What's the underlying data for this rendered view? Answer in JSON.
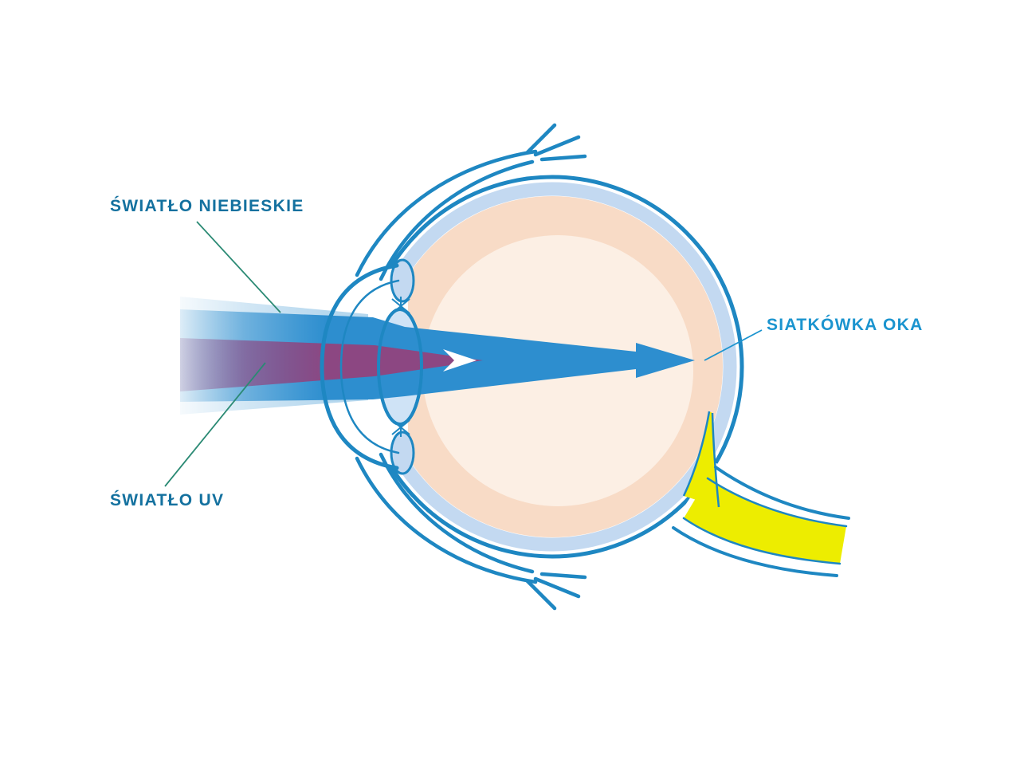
{
  "diagram": {
    "description": "Cross-section of a human eye showing blue light focusing on the retina while UV light is focused before it",
    "labels": {
      "blue_light": "ŚWIATŁO NIEBIESKIE",
      "uv_light": "ŚWIATŁO UV",
      "retina": "SIATKÓWKA OKA"
    }
  },
  "colors": {
    "outline_blue": "#1e87c2",
    "sclera_ring": "#c3d9f1",
    "eye_peach": "#f8dbc6",
    "eye_inner": "#fcefe4",
    "lens_fill": "#cfe3f6",
    "beam_blue": "#2d8ecf",
    "beam_purple": "#8c4782",
    "optic_nerve_yellow": "#eded00",
    "label_text_left": "#14719f",
    "label_text_right": "#1b94cf",
    "leader_line": "#2b8a74"
  }
}
